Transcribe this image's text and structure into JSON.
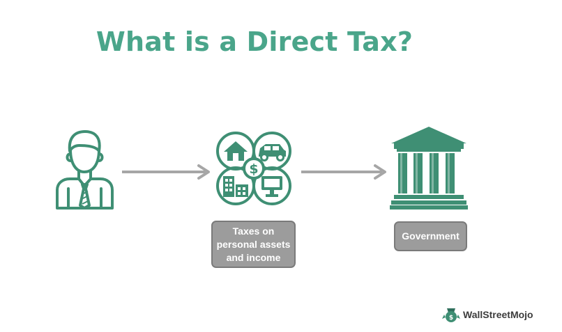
{
  "title": "What is a Direct Tax?",
  "nodes": {
    "assets_label_lines": [
      "Taxes on",
      "personal assets",
      "and income"
    ],
    "government_label": "Government"
  },
  "icons": {
    "person": "taxpayer-person-icon",
    "assets": "personal-assets-icon",
    "government": "government-building-icon",
    "arrow": "arrow-right-icon"
  },
  "colors": {
    "accent": "#4aa58a",
    "icon_green": "#3f8f74",
    "arrow_gray": "#a6a6a6",
    "label_box": "#9c9c9c",
    "label_border": "#7a7a7a"
  },
  "brand": {
    "logo_text": "WallStreetMojo"
  }
}
